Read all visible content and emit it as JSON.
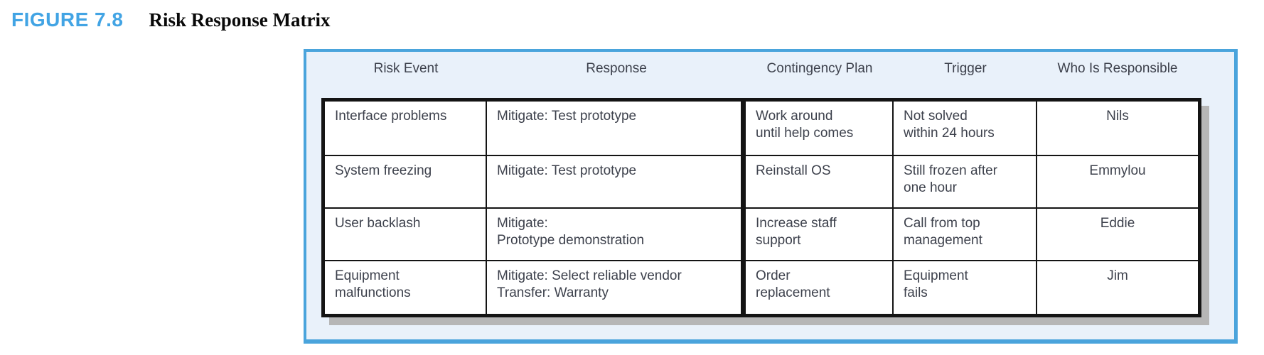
{
  "figure": {
    "label": "FIGURE 7.8",
    "title": "Risk Response Matrix"
  },
  "colors": {
    "figure_label_blue": "#42a4e4",
    "panel_border_blue": "#4aa4dc",
    "panel_background": "#e9f1fa",
    "table_border_black": "#141414",
    "table_shadow_gray": "#b6b6b6",
    "text_color": "#3d414c"
  },
  "table": {
    "columns": [
      "Risk Event",
      "Response",
      "Contingency Plan",
      "Trigger",
      "Who Is Responsible"
    ],
    "rows": [
      {
        "risk_event": "Interface problems",
        "response": "Mitigate: Test prototype",
        "contingency_plan": "Work around\nuntil help comes",
        "trigger": "Not solved\nwithin 24 hours",
        "responsible": "Nils"
      },
      {
        "risk_event": "System freezing",
        "response": "Mitigate: Test prototype",
        "contingency_plan": "Reinstall OS",
        "trigger": "Still frozen after\none hour",
        "responsible": "Emmylou"
      },
      {
        "risk_event": "User backlash",
        "response": "Mitigate:\nPrototype demonstration",
        "contingency_plan": "Increase staff\nsupport",
        "trigger": "Call from top\nmanagement",
        "responsible": "Eddie"
      },
      {
        "risk_event": "Equipment\nmalfunctions",
        "response": "Mitigate: Select reliable vendor\nTransfer: Warranty",
        "contingency_plan": "Order\nreplacement",
        "trigger": "Equipment\nfails",
        "responsible": "Jim"
      }
    ]
  }
}
